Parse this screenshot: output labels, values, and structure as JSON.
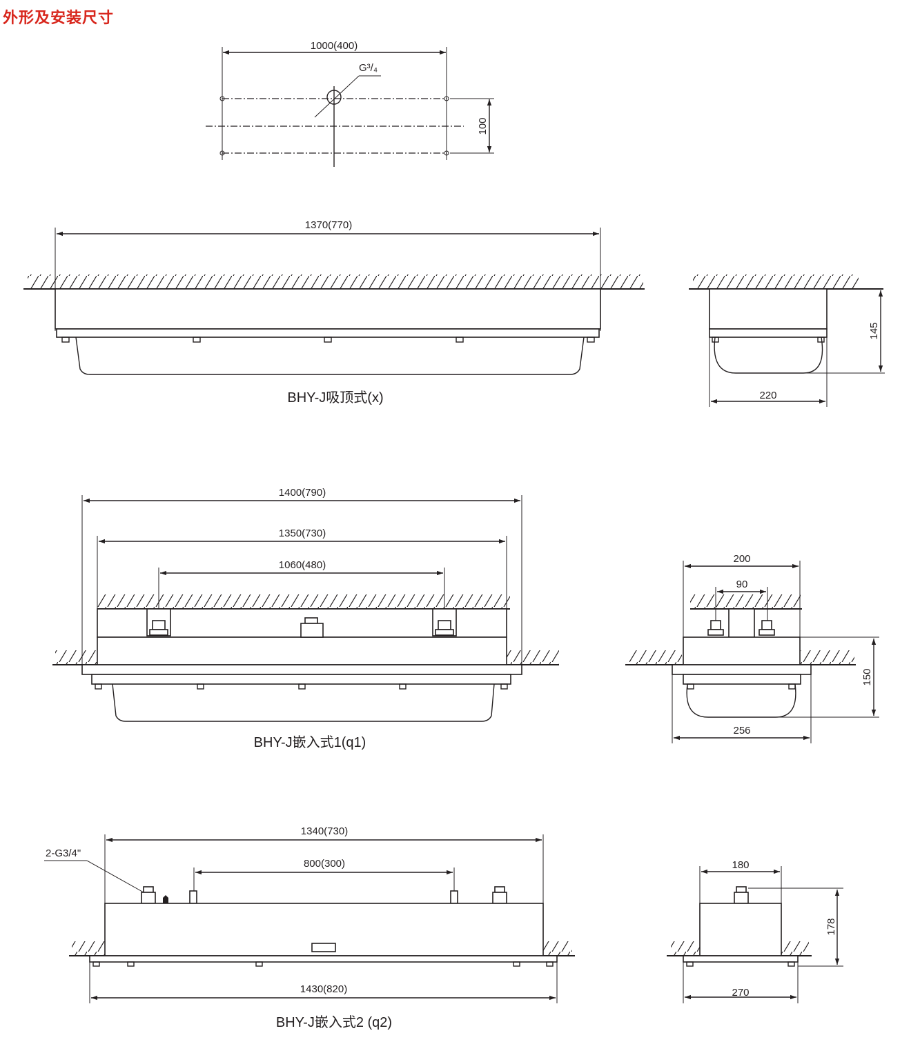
{
  "title": "外形及安装尺寸",
  "colors": {
    "title": "#d8261c",
    "line": "#231f20"
  },
  "mount": {
    "width": "1000(400)",
    "depth": "100",
    "thread": "G³/₄"
  },
  "ceiling": {
    "caption": "BHY-J吸顶式(x)",
    "length": "1370(770)",
    "side_width": "220",
    "side_height": "145"
  },
  "embedded1": {
    "caption": "BHY-J嵌入式1(q1)",
    "length": "1400(790)",
    "inner": "1350(730)",
    "spacing": "1060(480)",
    "side_width": "200",
    "side_inner": "90",
    "side_base": "256",
    "side_height": "150"
  },
  "embedded2": {
    "caption": "BHY-J嵌入式2 (q2)",
    "callout": "2-G3/4\"",
    "top": "1340(730)",
    "spacing": "800(300)",
    "bottom": "1430(820)",
    "side_width": "180",
    "side_base": "270",
    "side_height": "178"
  }
}
